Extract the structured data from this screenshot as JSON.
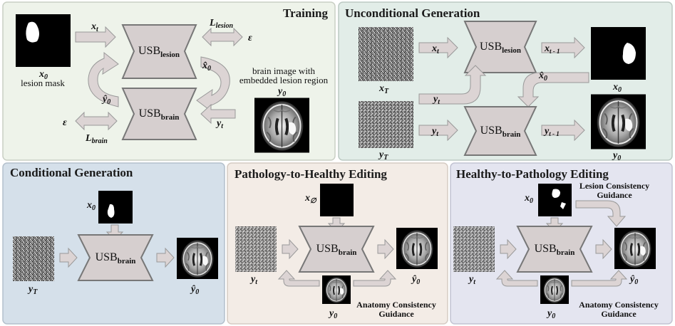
{
  "panels": {
    "training": "Training",
    "uncond": "Unconditional Generation",
    "cond": "Conditional Generation",
    "p2h": "Pathology-to-Healthy Editing",
    "h2p": "Healthy-to-Pathology Editing"
  },
  "network": {
    "usb": "USB",
    "lesion_sub": "lesion",
    "brain_sub": "brain"
  },
  "labels": {
    "x0": "x",
    "y0": "y",
    "sub0": "0",
    "xt": "x",
    "yt": "y",
    "subt": "t",
    "xT": "x",
    "yT": "y",
    "subT": "T",
    "xtm1": "x",
    "ytm1": "y",
    "subtm1": "t - 1",
    "x0hat": "x̂",
    "y0hat": "ŷ",
    "xempty": "x",
    "subempty": "∅",
    "eps": "ε",
    "L": "L",
    "lesion_loss_sub": "lesion",
    "brain_loss_sub": "brain",
    "lesion_mask": "lesion mask",
    "brain_img_1": "brain image with",
    "brain_img_2": "embedded lesion region",
    "anat_1": "Anatomy Consistency",
    "anat_2": "Guidance",
    "lesion_guid_1": "Lesion Consistency",
    "lesion_guid_2": "Guidance"
  },
  "colors": {
    "training_bg": "#eef3ea",
    "uncond_bg": "#e2ede8",
    "cond_bg": "#d5e0ea",
    "p2h_bg": "#f3ece6",
    "h2p_bg": "#e4e5f0",
    "network_fill": "#d6cfcf",
    "network_stroke": "#777777",
    "arrow_fill": "#dcd4d4",
    "arrow_stroke": "#999999"
  }
}
